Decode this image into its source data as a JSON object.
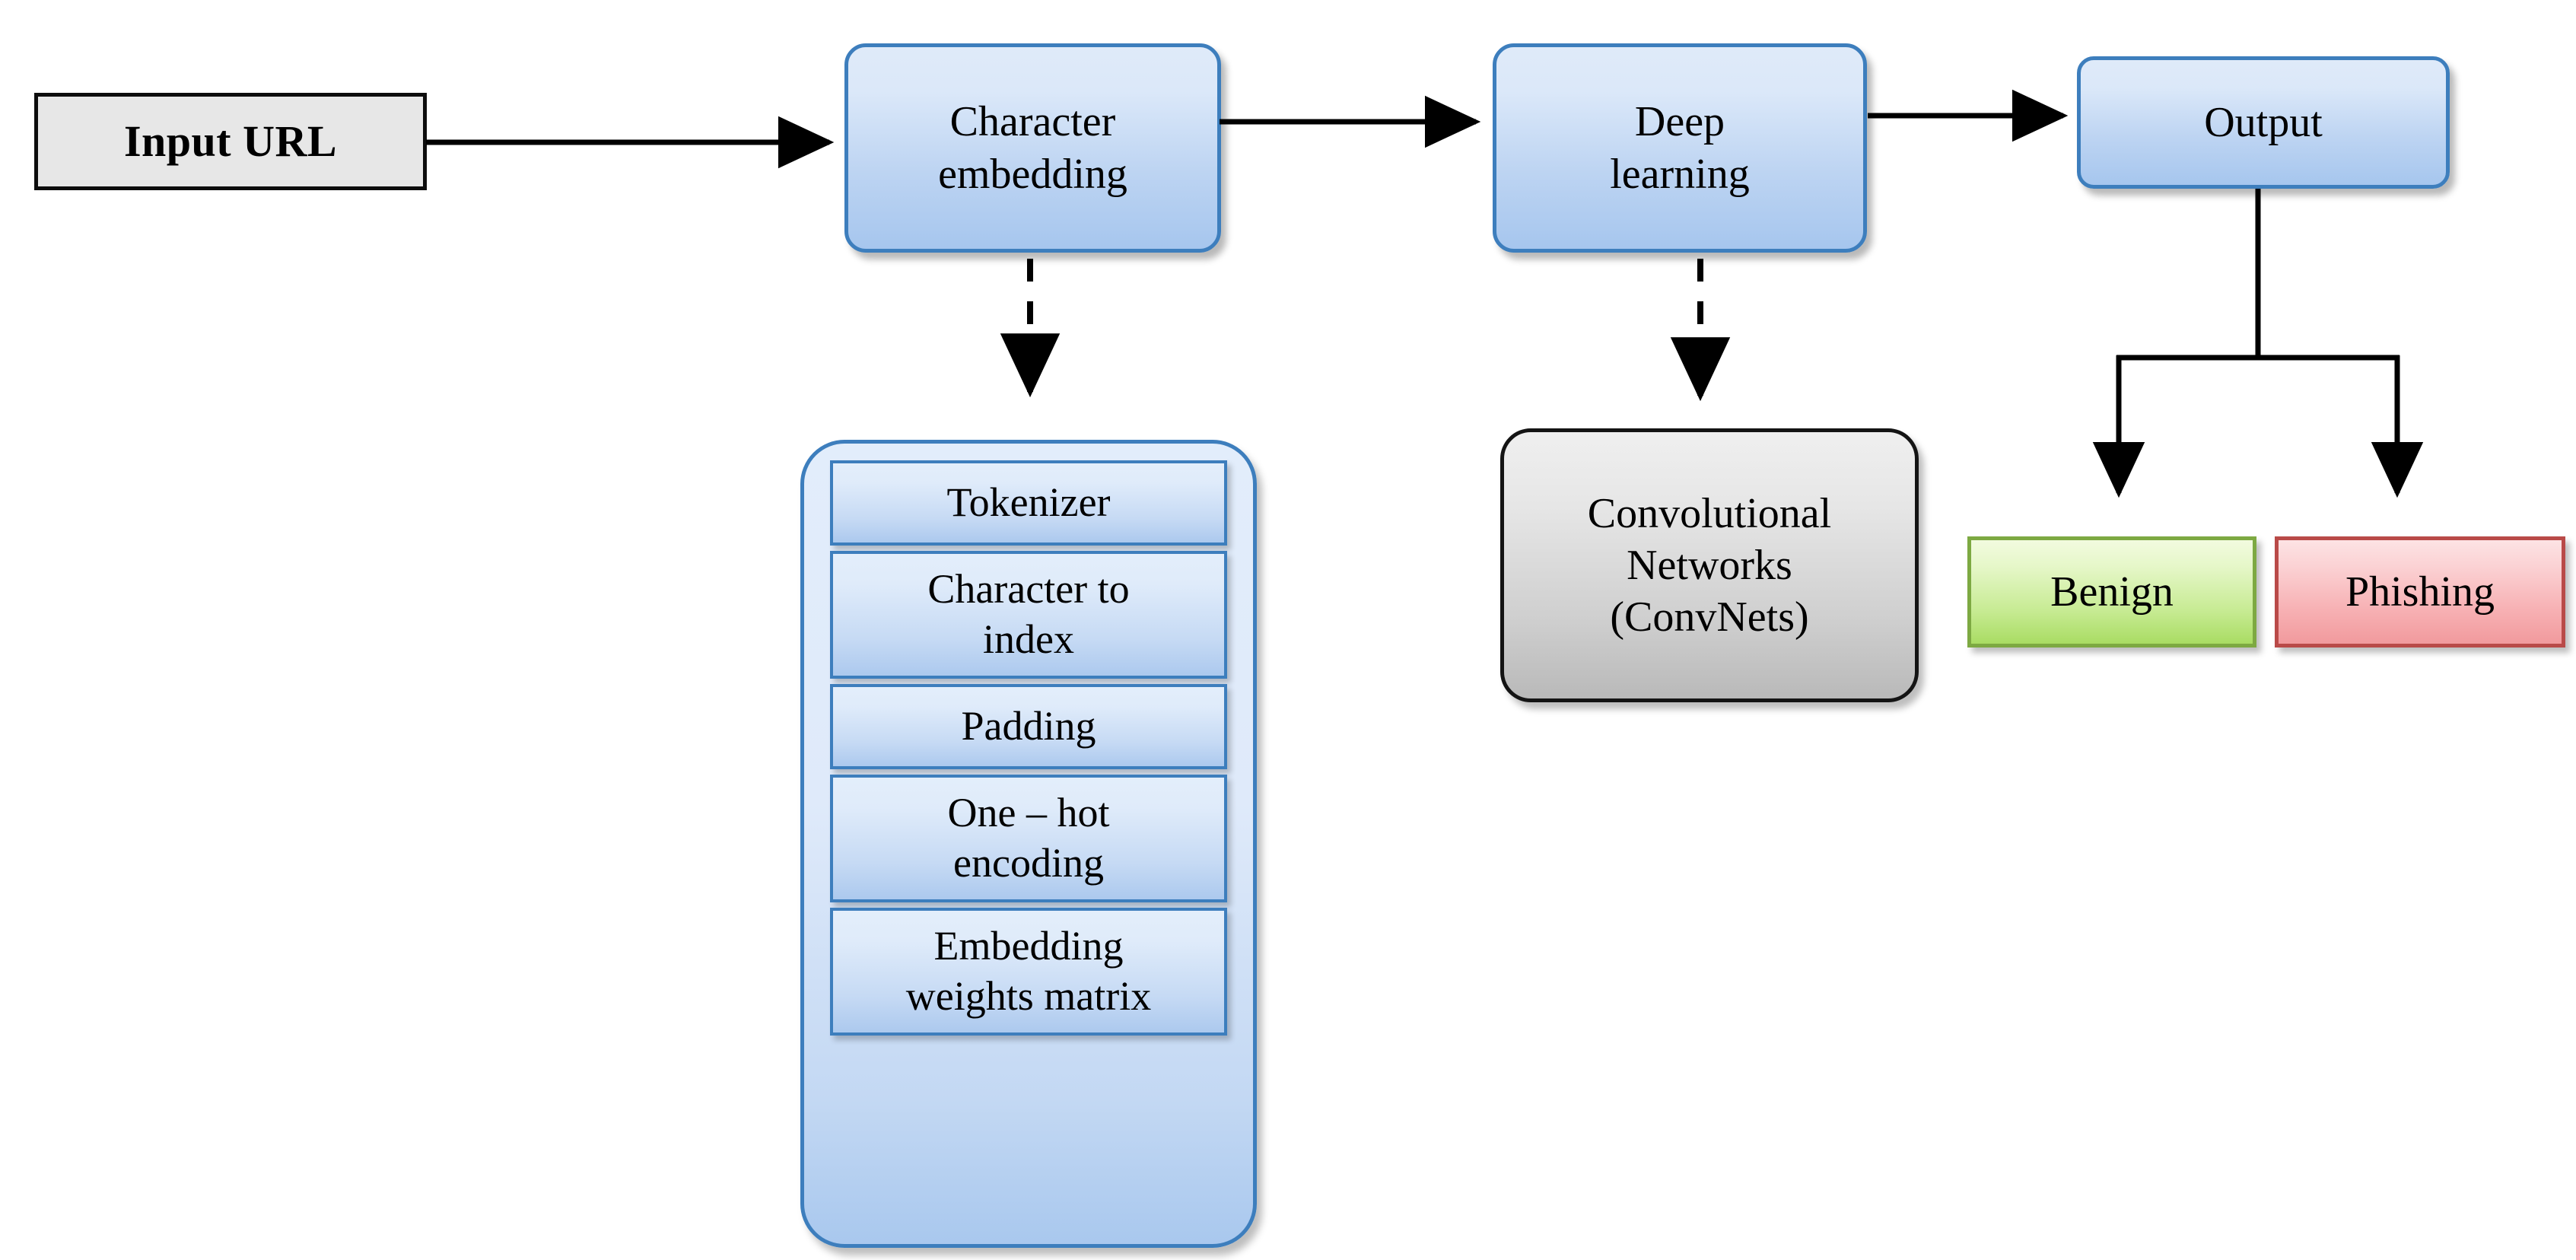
{
  "diagram": {
    "title": "URL phishing detection pipeline",
    "nodes": {
      "input_url": {
        "label": "Input URL"
      },
      "character_embedding": {
        "label": "Character\nembedding"
      },
      "deep_learning": {
        "label": "Deep\nlearning"
      },
      "output": {
        "label": "Output"
      },
      "convnets": {
        "label": "Convolutional\nNetworks\n(ConvNets)"
      },
      "benign": {
        "label": "Benign"
      },
      "phishing": {
        "label": "Phishing"
      }
    },
    "embedding_pipeline": {
      "steps": [
        {
          "label": "Tokenizer"
        },
        {
          "label": "Character to\nindex"
        },
        {
          "label": "Padding"
        },
        {
          "label": "One – hot\nencoding"
        },
        {
          "label": "Embedding\nweights matrix"
        }
      ]
    },
    "connectors": [
      {
        "name": "input-to-embedding",
        "style": "solid-arrow"
      },
      {
        "name": "embedding-to-deep-learning",
        "style": "solid-arrow"
      },
      {
        "name": "deep-learning-to-output",
        "style": "solid-arrow"
      },
      {
        "name": "embedding-to-pipeline",
        "style": "dashed-arrow"
      },
      {
        "name": "deep-learning-to-convnets",
        "style": "dashed-arrow"
      },
      {
        "name": "output-to-benign",
        "style": "solid-elbow-arrow"
      },
      {
        "name": "output-to-phishing",
        "style": "solid-elbow-arrow"
      }
    ],
    "colors": {
      "blue_border": "#3d7ebd",
      "blue_fill_top": "#dfeaf9",
      "blue_fill_bottom": "#a6c6ee",
      "gray_border": "#141414",
      "gray_fill_top": "#efefef",
      "gray_fill_bottom": "#b9b9b9",
      "input_fill": "#e7e7e7",
      "benign_border": "#7da942",
      "benign_fill": "#a9dc63",
      "phishing_border": "#b94a48",
      "phishing_fill": "#f19a9d",
      "connector": "#000000"
    }
  }
}
